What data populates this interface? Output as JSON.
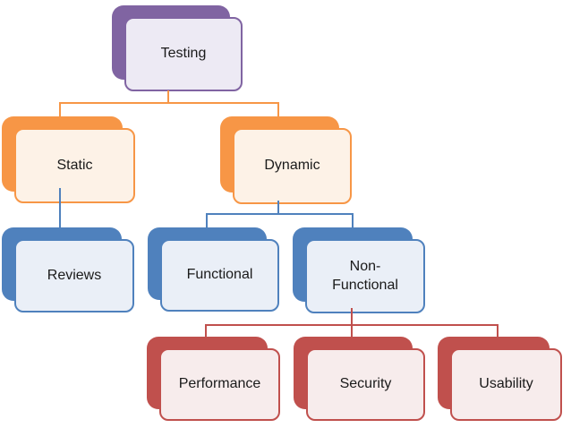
{
  "diagram_type": "hierarchy",
  "colors": {
    "purple": "#8064A2",
    "purple-fill": "#EDEAF4",
    "orange": "#F79646",
    "orange-fill": "#FDF2E7",
    "blue": "#4F81BD",
    "blue-fill": "#EAEFF7",
    "red": "#C0504D",
    "red-fill": "#F7ECEC",
    "text": "#1A1A1A",
    "background": "#FFFFFF"
  },
  "nodes": {
    "testing": {
      "label": "Testing",
      "scheme": "purple",
      "level": 0
    },
    "static": {
      "label": "Static",
      "scheme": "orange",
      "level": 1
    },
    "dynamic": {
      "label": "Dynamic",
      "scheme": "orange",
      "level": 1
    },
    "reviews": {
      "label": "Reviews",
      "scheme": "blue",
      "level": 2
    },
    "functional": {
      "label": "Functional",
      "scheme": "blue",
      "level": 2
    },
    "non_functional": {
      "label": "Non-Functional",
      "scheme": "blue",
      "level": 2
    },
    "performance": {
      "label": "Performance",
      "scheme": "red",
      "level": 3
    },
    "security": {
      "label": "Security",
      "scheme": "red",
      "level": 3
    },
    "usability": {
      "label": "Usability",
      "scheme": "red",
      "level": 3
    }
  },
  "edges": [
    {
      "from": "Testing",
      "to": "Static"
    },
    {
      "from": "Testing",
      "to": "Dynamic"
    },
    {
      "from": "Static",
      "to": "Reviews"
    },
    {
      "from": "Dynamic",
      "to": "Functional"
    },
    {
      "from": "Dynamic",
      "to": "Non-Functional"
    },
    {
      "from": "Non-Functional",
      "to": "Performance"
    },
    {
      "from": "Non-Functional",
      "to": "Security"
    },
    {
      "from": "Non-Functional",
      "to": "Usability"
    }
  ]
}
